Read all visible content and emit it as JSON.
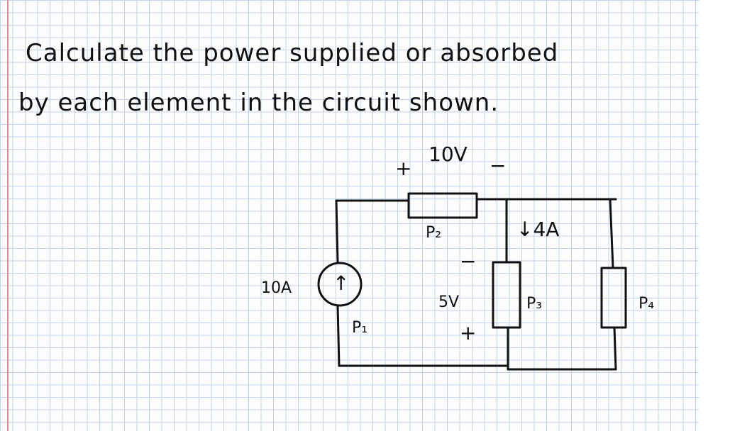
{
  "problem": {
    "line1": "Calculate the power supplied or absorbed",
    "line2": "by each element in the circuit shown."
  },
  "circuit": {
    "source_current": "10A",
    "source_arrow": "↑",
    "p1": "P₁",
    "resistor_top_voltage": "10V",
    "resistor_top_plus": "+",
    "resistor_top_minus": "−",
    "p2": "P₂",
    "middle_minus": "−",
    "middle_voltage": "5V",
    "middle_plus": "+",
    "branch_current": "↓4A",
    "p3": "P₃",
    "p4": "P₄"
  }
}
